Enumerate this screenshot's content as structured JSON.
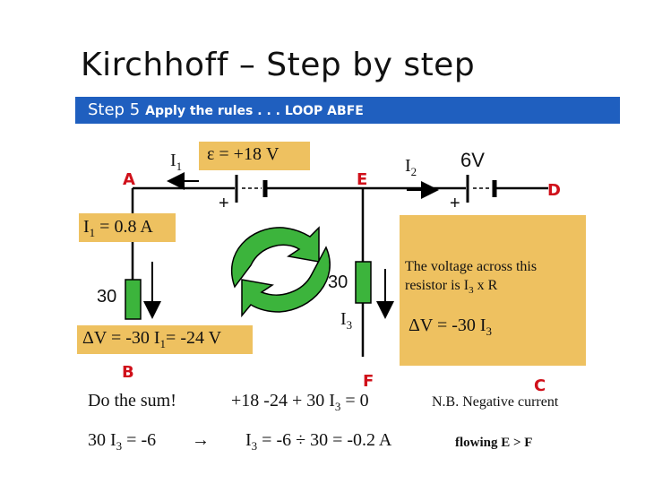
{
  "slide": {
    "title": "Kirchhoff – Step by step",
    "step_label": "Step 5",
    "step_sub": "Apply the rules . . . LOOP ABFE"
  },
  "circuit": {
    "nodes": {
      "a": "A",
      "b": "B",
      "c": "C",
      "d": "D",
      "e": "E",
      "f": "F"
    },
    "emf": "ε = +18 V",
    "battery2": "6V",
    "plus_sign": "+",
    "current1": {
      "base": "I",
      "sub": "1"
    },
    "current2": {
      "base": "I",
      "sub": "2"
    },
    "current3": {
      "base": "I",
      "sub": "3"
    },
    "current1_value": {
      "pre": "I",
      "sub": "1",
      "post": " = 0.8 A"
    },
    "resistor_left": "30",
    "resistor_mid": "30",
    "dv_left": {
      "pre": "ΔV = -30 I",
      "sub": "1",
      "post": "= -24 V"
    },
    "note": {
      "pre": "The voltage across this resistor is I",
      "sub": "3",
      "post": " x R"
    },
    "dv_right": {
      "pre": "ΔV = -30 I",
      "sub": "3",
      "post": ""
    }
  },
  "work": {
    "do_sum": "Do the sum!",
    "sum": {
      "pre": "+18 -24  + 30 I",
      "sub": "3",
      "post": " = 0"
    },
    "step1": {
      "pre": "30 I",
      "sub": "3",
      "post": " = -6"
    },
    "arrow": "→",
    "step2": {
      "pre": "I",
      "sub": "3",
      "post": " = -6 ÷ 30  =  -0.2 A"
    },
    "nb": "N.B. Negative current",
    "flowing": "flowing E > F"
  }
}
